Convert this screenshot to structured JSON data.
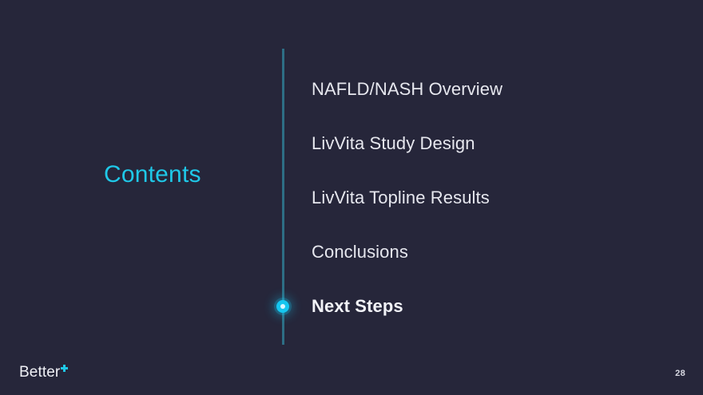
{
  "slide": {
    "section_title": "Contents",
    "background_color": "#26263a",
    "accent_color": "#1fc8e8",
    "axis_color": "#2d6e85",
    "text_color": "#e6e7ee"
  },
  "agenda": {
    "items": [
      {
        "label": "NAFLD/NASH Overview",
        "active": false
      },
      {
        "label": "LivVita Study Design",
        "active": false
      },
      {
        "label": "LivVita Topline Results",
        "active": false
      },
      {
        "label": "Conclusions",
        "active": false
      },
      {
        "label": "Next Steps",
        "active": true
      }
    ]
  },
  "footer": {
    "brand_name": "Better",
    "brand_mark_icon": "plus-icon",
    "page_number": "28"
  }
}
